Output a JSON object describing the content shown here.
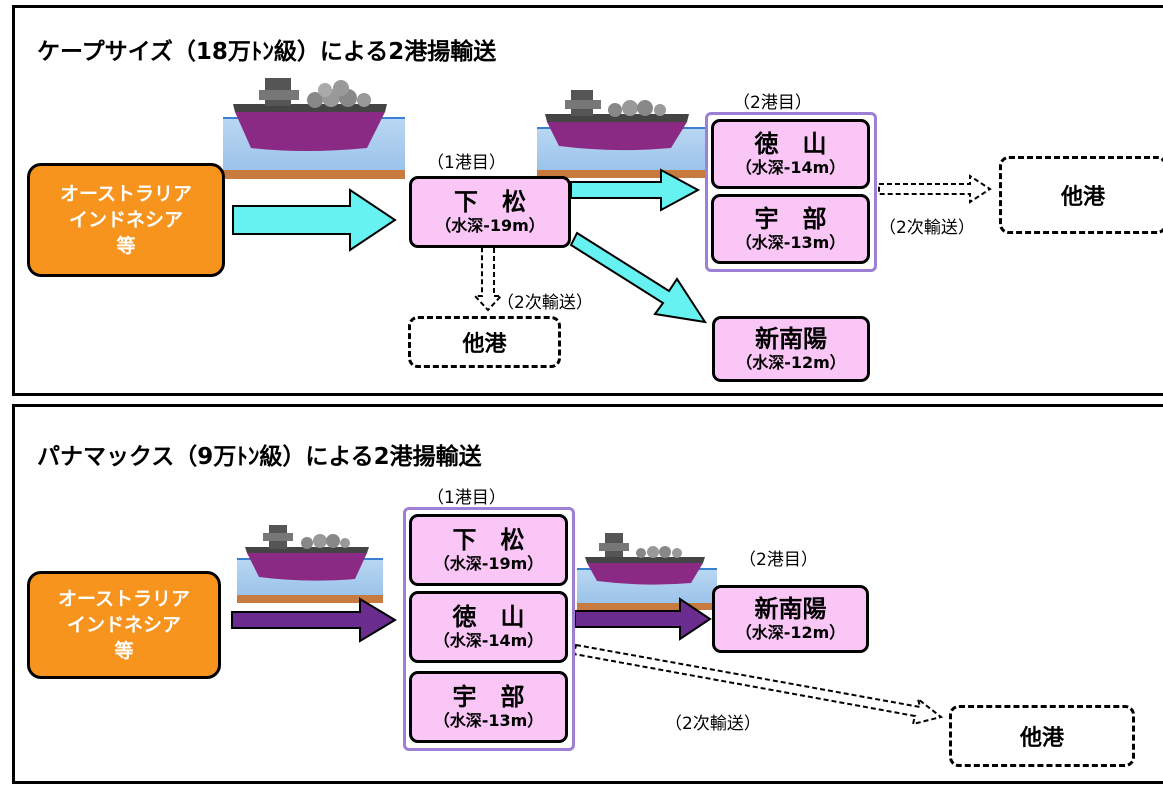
{
  "cape": {
    "title": "ケープサイズ（18万ﾄﾝ級）による2港揚輸送",
    "origin": [
      "オーストラリア",
      "インドネシア",
      "等"
    ],
    "first_port_label": "（1港目）",
    "second_port_label": "（2港目）",
    "secondary_label_a": "（2次輸送）",
    "secondary_label_b": "（2次輸送）",
    "other_port": "他港",
    "other_port_b": "他港",
    "ports": {
      "shimomatsu": {
        "name": "下　松",
        "depth": "（水深-19m）"
      },
      "tokuyama": {
        "name": "徳　山",
        "depth": "（水深-14m）"
      },
      "ube": {
        "name": "宇　部",
        "depth": "（水深-13m）"
      },
      "shinnanyo": {
        "name": "新南陽",
        "depth": "（水深-12m）"
      }
    },
    "arrow_color": "#66f2f0"
  },
  "panamax": {
    "title": "パナマックス（9万ﾄﾝ級）による2港揚輸送",
    "origin": [
      "オーストラリア",
      "インドネシア",
      "等"
    ],
    "first_port_label": "（1港目）",
    "second_port_label": "（2港目）",
    "secondary_label": "（2次輸送）",
    "other_port": "他港",
    "ports": {
      "shimomatsu": {
        "name": "下　松",
        "depth": "（水深-19m）"
      },
      "tokuyama": {
        "name": "徳　山",
        "depth": "（水深-14m）"
      },
      "ube": {
        "name": "宇　部",
        "depth": "（水深-13m）"
      },
      "shinnanyo": {
        "name": "新南陽",
        "depth": "（水深-12m）"
      }
    },
    "arrow_color": "#6a2d8f"
  },
  "colors": {
    "origin_fill": "#f7941d",
    "port_fill": "#f9c6f6",
    "group_border": "#9e7fd6"
  }
}
